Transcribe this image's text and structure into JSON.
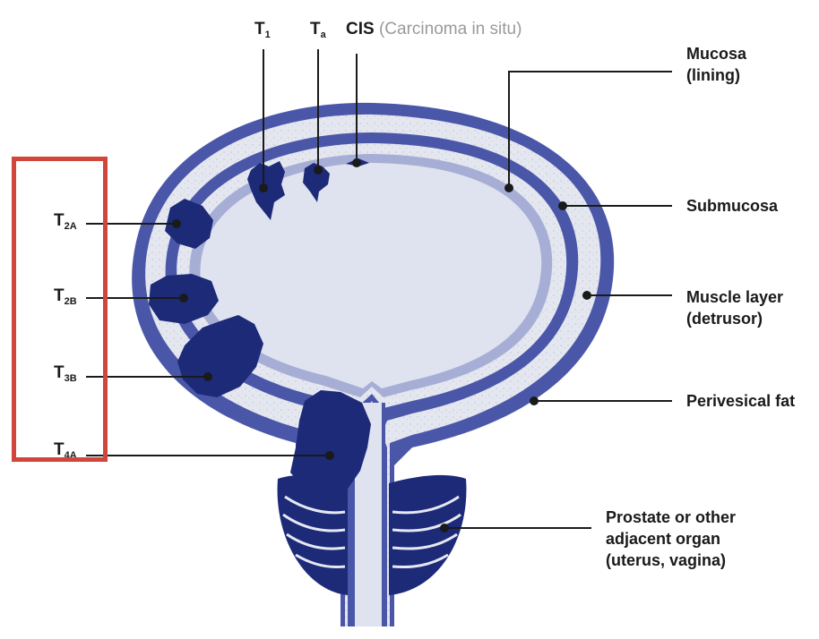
{
  "top_labels": {
    "t1": {
      "main": "T",
      "sub": "1"
    },
    "ta": {
      "main": "T",
      "sub": "a"
    },
    "cis": {
      "abbr": "CIS",
      "full": "(Carcinoma in situ)"
    }
  },
  "stage_labels": [
    {
      "main": "T",
      "sub": "2A"
    },
    {
      "main": "T",
      "sub": "2B"
    },
    {
      "main": "T",
      "sub": "3B"
    },
    {
      "main": "T",
      "sub": "4A"
    }
  ],
  "layer_labels": {
    "mucosa": [
      "Mucosa",
      "(lining)"
    ],
    "submucosa": [
      "Submucosa"
    ],
    "muscle": [
      "Muscle layer",
      "(detrusor)"
    ],
    "fat": [
      "Perivesical fat"
    ],
    "prostate": [
      "Prostate or other",
      "adjacent organ",
      "(uterus, vagina)"
    ]
  },
  "colors": {
    "navy": "#1c2a78",
    "wall_blue": "#4a57a8",
    "mucosa_band": "#a7aed6",
    "lumen": "#dfe2ef",
    "fat": "#e3e6ee",
    "highlight": "#d2453a"
  }
}
